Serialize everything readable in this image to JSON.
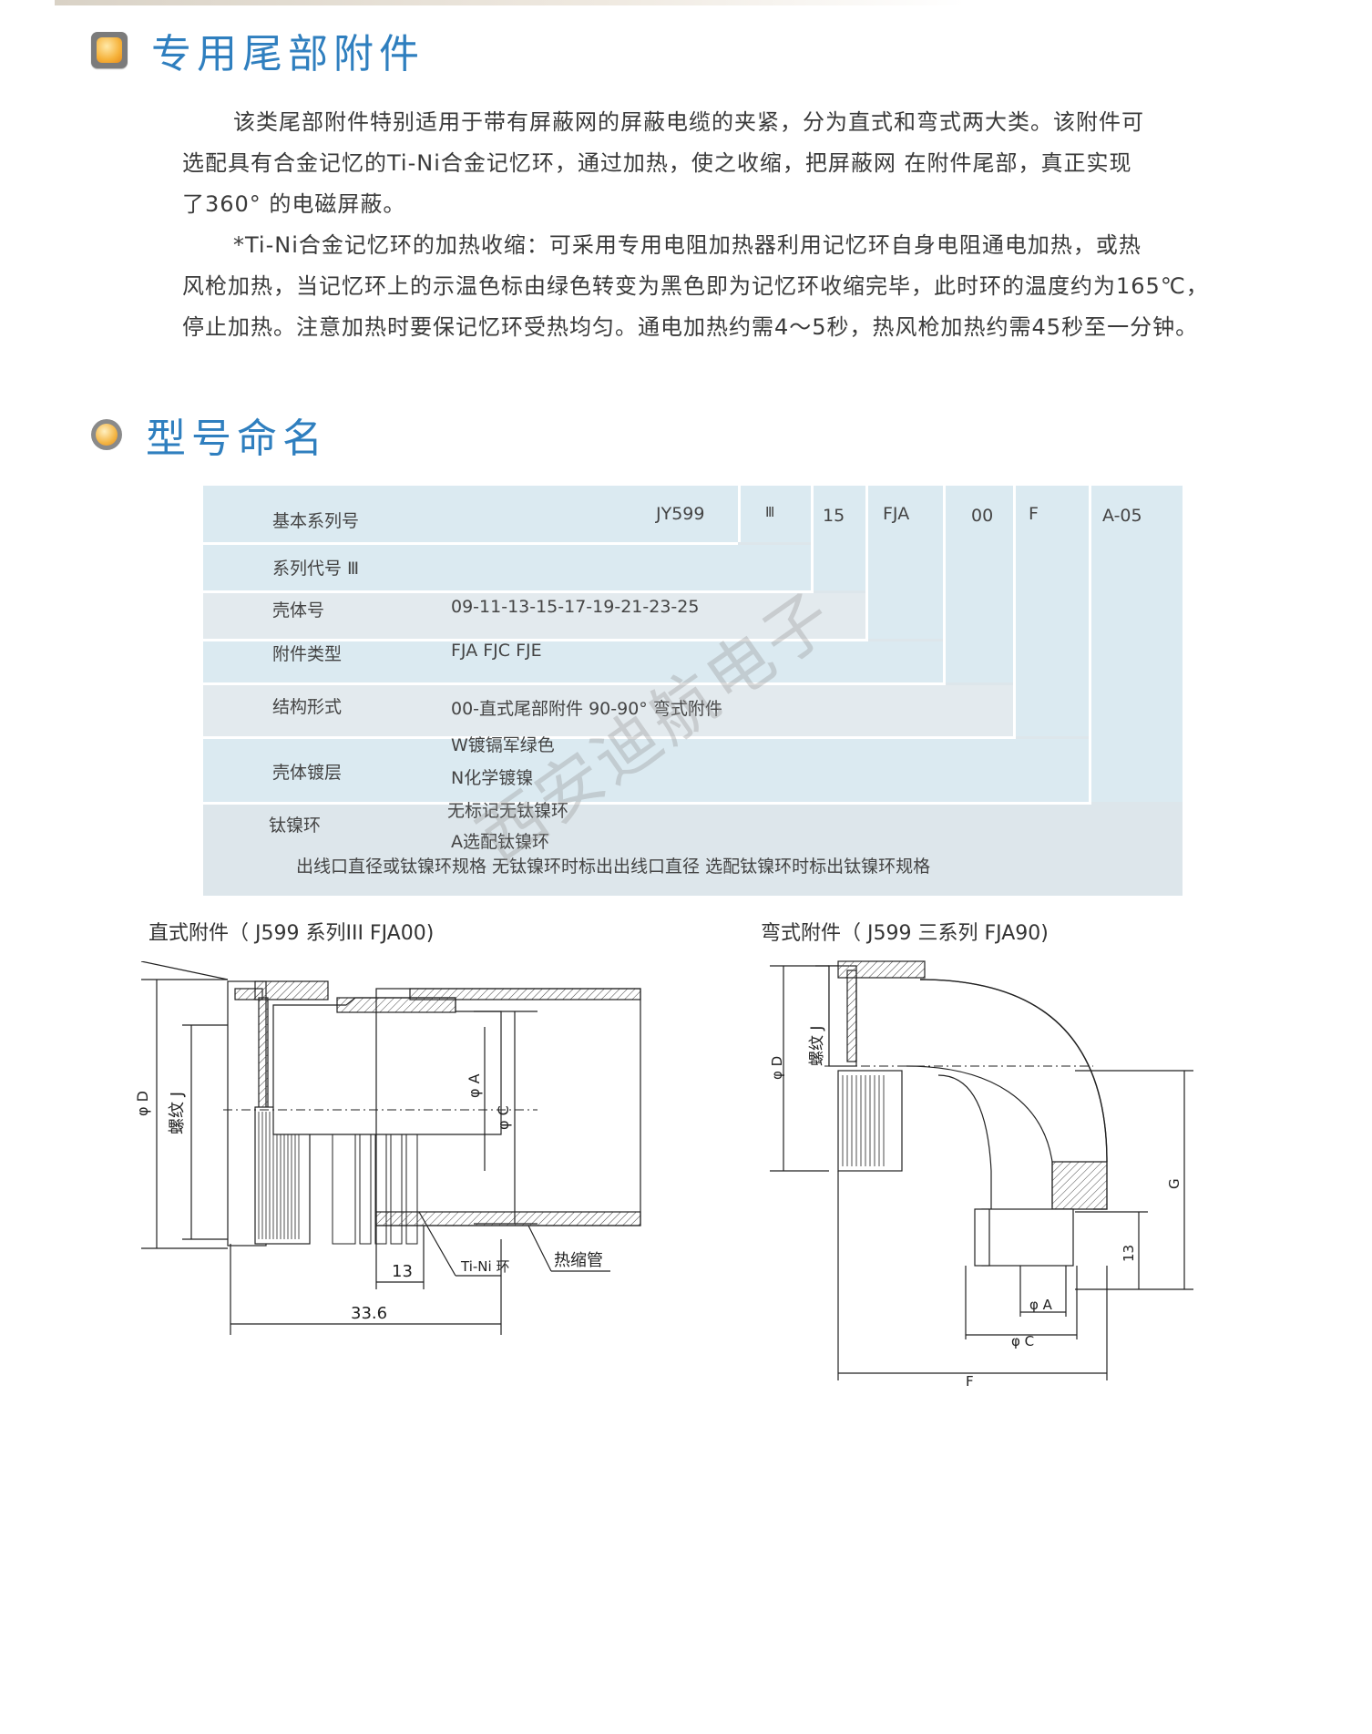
{
  "sections": {
    "accessory": {
      "title": "专用尾部附件"
    },
    "naming": {
      "title": "型号命名"
    }
  },
  "intro": {
    "lines": [
      "该类尾部附件特别适用于带有屏蔽网的屏蔽电缆的夹紧，分为直式和弯式两大类。该附件可",
      "选配具有合金记忆的Ti-Ni合金记忆环，通过加热，使之收缩，把屏蔽网  在附件尾部，真正实现",
      "了360°  的电磁屏蔽。",
      "*Ti-Ni合金记忆环的加热收缩：可采用专用电阻加热器利用记忆环自身电阻通电加热，或热",
      "风枪加热，当记忆环上的示温色标由绿色转变为黑色即为记忆环收缩完毕，此时环的温度约为165℃，",
      "停止加热。注意加热时要保记忆环受热均匀。通电加热约需4～5秒，热风枪加热约需45秒至一分钟。"
    ]
  },
  "model": {
    "codes": [
      "JY599",
      "Ⅲ",
      "15",
      "FJA",
      "00",
      "F",
      "A-05"
    ],
    "rows": [
      {
        "label": "基本系列号"
      },
      {
        "label": "系列代号 Ⅲ"
      },
      {
        "label": "壳体号",
        "value": "09-11-13-15-17-19-21-23-25"
      },
      {
        "label": "附件类型",
        "value": "FJA   FJC   FJE"
      },
      {
        "label": "结构形式",
        "value": "00-直式尾部附件        90-90°  弯式附件"
      },
      {
        "label": "壳体镀层",
        "value1": "W镀镉军绿色",
        "value2": "N化学镀镍"
      },
      {
        "label": "钛镍环",
        "value1": "无标记无钛镍环",
        "value2": "A选配钛镍环"
      }
    ],
    "note": "出线口直径或钛镍环规格  无钛镍环时标出出线口直径  选配钛镍环时标出钛镍环规格"
  },
  "watermark": "西安迪航电子",
  "drawings": {
    "straight": {
      "caption": "直式附件（  J599 系列III  FJA00)",
      "labels": {
        "phiD": "φ D",
        "thread": "螺纹 J",
        "phiA": "φ A",
        "phiC": "φ C",
        "dim13": "13",
        "dim336": "33.6",
        "tini": "Ti-Ni 环",
        "heatshrink": "热缩管"
      }
    },
    "elbow": {
      "caption": "弯式附件（  J599 三系列 FJA90)",
      "labels": {
        "phiD": "φ D",
        "thread": "螺纹 J",
        "G": "G",
        "dim13": "13",
        "phiA": "φ A",
        "phiC": "φ C",
        "F": "F"
      }
    }
  }
}
